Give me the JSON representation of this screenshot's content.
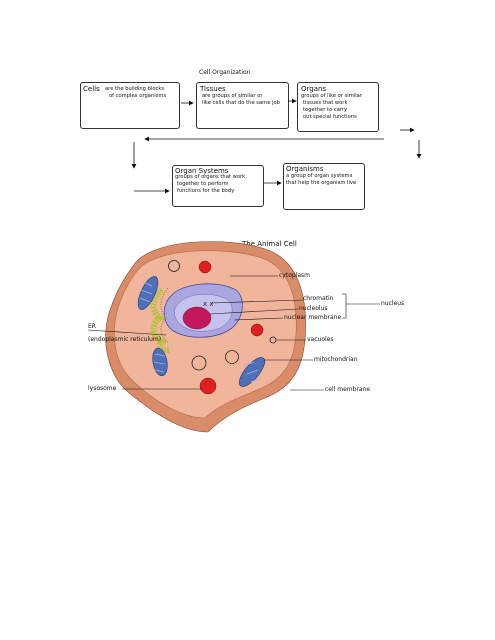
{
  "flowchart": {
    "title": "Cell Organization",
    "cells": {
      "title": "Cells",
      "text_1": "are the building blocks",
      "text_2": "of complex organisms"
    },
    "tissues": {
      "title": "Tissues",
      "text_1": "are groups of similar or",
      "text_2": "like cells that do the same job"
    },
    "organs": {
      "title": "Organs",
      "text_1": "groups of like or similar",
      "text_2": "tissues that work",
      "text_3": "together to carry",
      "text_4": "out special functions"
    },
    "organ_systems": {
      "title": "Organ Systems",
      "text_1": "groups of organs that work",
      "text_2": "together to perform",
      "text_3": "functions for the body"
    },
    "organisms": {
      "title": "Organisms",
      "text_1": "a group of organ systems",
      "text_2": "that help the organism live"
    }
  },
  "cell_diagram": {
    "title": "The Animal Cell",
    "labels": {
      "cytoplasm": "cytoplasm",
      "chromatin": "chromatin",
      "nucleolus": "nucleolus",
      "nuclear_membrane": "nuclear membrane",
      "nucleus": "nucleus",
      "er_1": "ER",
      "er_2": "(endoplasmic reticulum)",
      "vacuoles": "vacuoles",
      "mitochondrian": "mitochondrian",
      "lysosome": "lysosome",
      "cell_membrane": "cell membrane"
    },
    "colors": {
      "cell_fill": "#f0b59a",
      "cell_outer": "#d98c6a",
      "nucleus_fill": "#a9a6e0",
      "nucleolus_fill": "#c2185b",
      "lysosome_fill": "#e02020",
      "mitochondria_fill": "#4f6fb8",
      "er_fill": "#b5c23a"
    }
  }
}
